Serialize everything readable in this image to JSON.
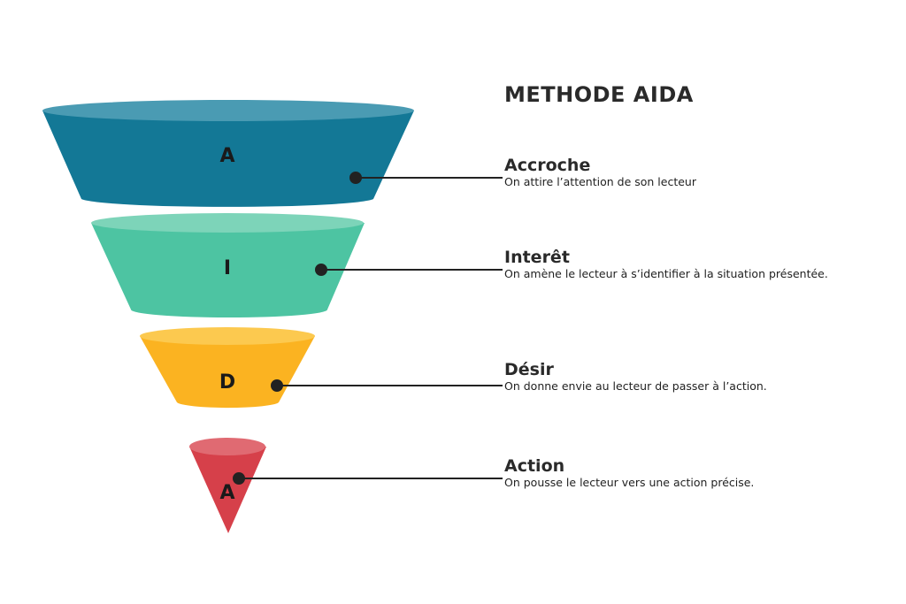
{
  "title": "METHODE AIDA",
  "steps": [
    {
      "letter": "A",
      "heading": "Accroche",
      "description": "On attire l’attention de son lecteur",
      "color": "#137896",
      "top_color": "#4a9bb3"
    },
    {
      "letter": "I",
      "heading": "Interêt",
      "description": "On amène le lecteur à s’identifier à la situation présentée.",
      "color": "#4dc4a2",
      "top_color": "#7dd4b9"
    },
    {
      "letter": "D",
      "heading": "Désir",
      "description": "On donne envie au lecteur de passer à l’action.",
      "color": "#fbb321",
      "top_color": "#fcc94f"
    },
    {
      "letter": "A",
      "heading": "Action",
      "description": "On pousse le lecteur vers une action précise.",
      "color": "#d6404a",
      "top_color": "#e06a72"
    }
  ]
}
